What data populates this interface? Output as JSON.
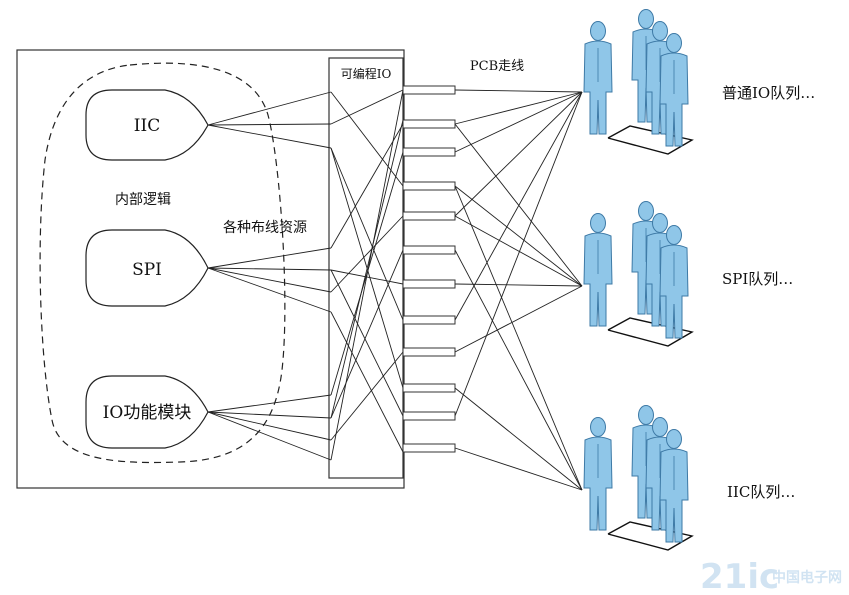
{
  "diagram": {
    "blocks": {
      "iic": "IIC",
      "spi": "SPI",
      "io_module": "IO功能模块"
    },
    "labels": {
      "internal_logic": "内部逻辑",
      "routing_resources": "各种布线资源",
      "programmable_io": "可编程IO",
      "pcb_trace": "PCB走线"
    },
    "queues": {
      "normal_io": "普通IO队列…",
      "spi": "SPI队列…",
      "iic": "IIC队列…"
    },
    "watermark": {
      "brand": "21ic",
      "cn": "中国电子网"
    },
    "colors": {
      "person_fill": "#8fc6e8",
      "person_stroke": "#3e7aa6",
      "watermark": "#c9dff0"
    }
  }
}
